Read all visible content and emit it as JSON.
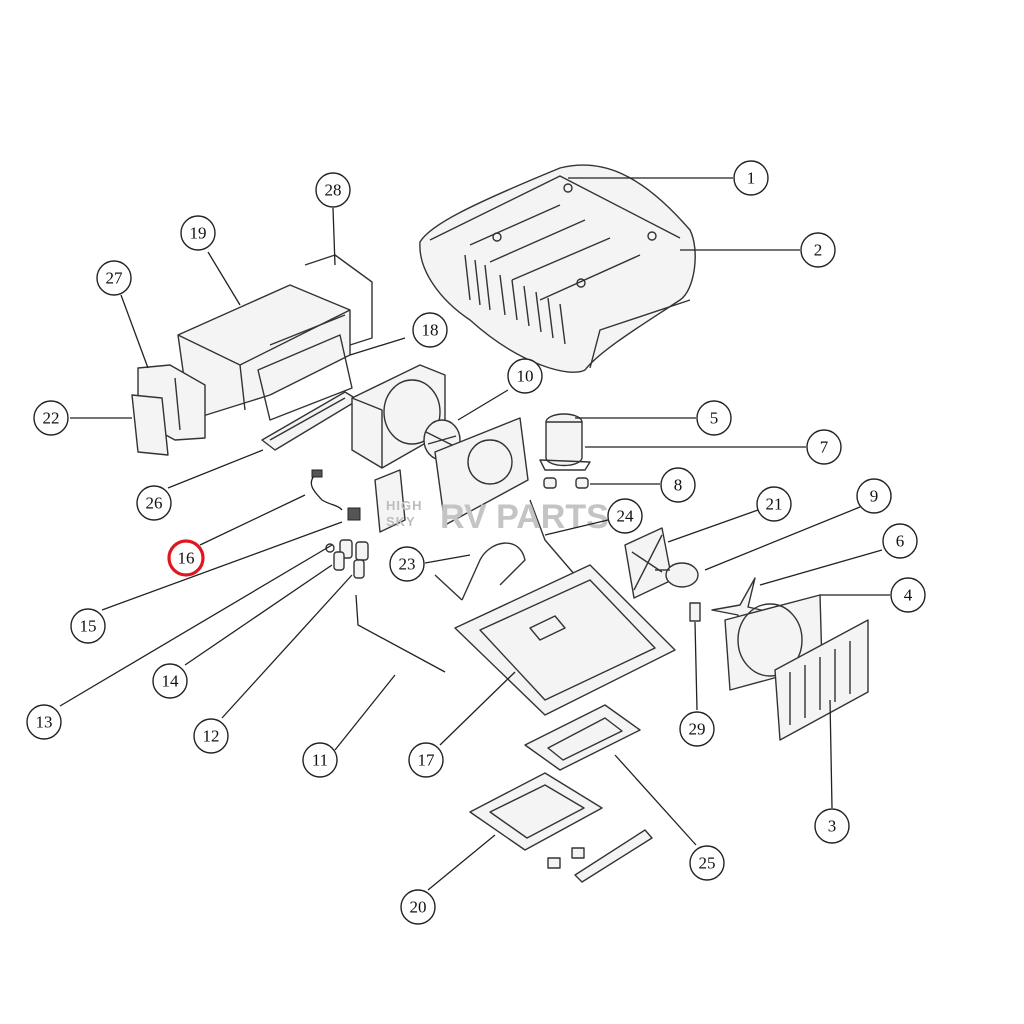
{
  "highlighted_part": "16",
  "watermark": {
    "line1": "HIGH",
    "line2": "SKY",
    "brand": "RV PARTS"
  },
  "callouts": [
    {
      "id": "c1",
      "label": "1"
    },
    {
      "id": "c2",
      "label": "2"
    },
    {
      "id": "c3",
      "label": "3"
    },
    {
      "id": "c4",
      "label": "4"
    },
    {
      "id": "c5",
      "label": "5"
    },
    {
      "id": "c6",
      "label": "6"
    },
    {
      "id": "c7",
      "label": "7"
    },
    {
      "id": "c8",
      "label": "8"
    },
    {
      "id": "c9",
      "label": "9"
    },
    {
      "id": "c10",
      "label": "10"
    },
    {
      "id": "c11",
      "label": "11"
    },
    {
      "id": "c12",
      "label": "12"
    },
    {
      "id": "c13",
      "label": "13"
    },
    {
      "id": "c14",
      "label": "14"
    },
    {
      "id": "c15",
      "label": "15"
    },
    {
      "id": "c16",
      "label": "16"
    },
    {
      "id": "c17",
      "label": "17"
    },
    {
      "id": "c18",
      "label": "18"
    },
    {
      "id": "c19",
      "label": "19"
    },
    {
      "id": "c20",
      "label": "20"
    },
    {
      "id": "c21",
      "label": "21"
    },
    {
      "id": "c22",
      "label": "22"
    },
    {
      "id": "c23",
      "label": "23"
    },
    {
      "id": "c24",
      "label": "24"
    },
    {
      "id": "c25",
      "label": "25"
    },
    {
      "id": "c26",
      "label": "26"
    },
    {
      "id": "c27",
      "label": "27"
    },
    {
      "id": "c28",
      "label": "28"
    },
    {
      "id": "c29",
      "label": "29"
    }
  ]
}
